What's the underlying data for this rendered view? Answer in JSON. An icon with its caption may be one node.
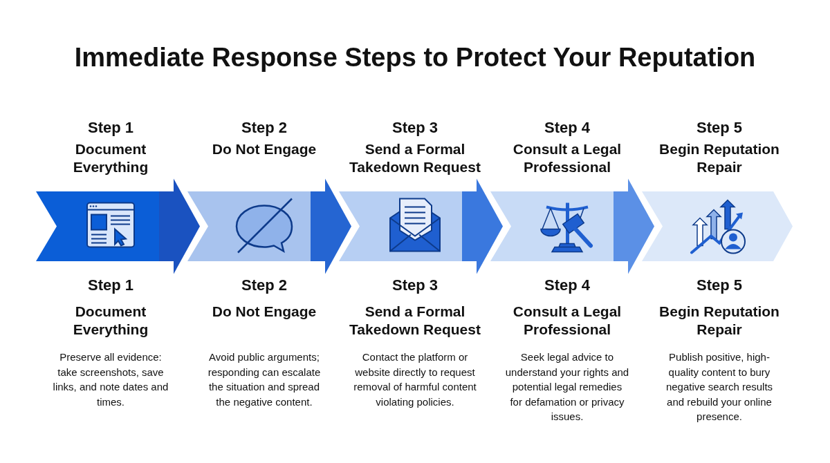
{
  "diagram": {
    "title": "Immediate Response Steps to Protect Your Reputation",
    "nodes": [
      {
        "text": [],
        "shape": "chevron",
        "beside": [
          "Step 1",
          "Document Everything",
          "Step 1",
          "Document Everything",
          "Preserve all evidence: take screenshots, save links, and note dates and times."
        ]
      },
      {
        "text": [],
        "shape": "chevron",
        "beside": [
          "Step 2",
          "Do Not Engage",
          "Step 2",
          "Do Not Engage",
          "Avoid public arguments; responding can escalate the situation and spread the negative content."
        ]
      },
      {
        "text": [],
        "shape": "chevron",
        "beside": [
          "Step 3",
          "Send a Formal Takedown Request",
          "Step 3",
          "Send a Formal Takedown Request",
          "Contact the platform or website directly to request removal of harmful content violating policies."
        ]
      },
      {
        "text": [],
        "shape": "chevron",
        "beside": [
          "Step 4",
          "Consult a Legal Professional",
          "Step 4",
          "Consult a Legal Professional",
          "Seek legal advice to understand your rights and potential legal remedies for defamation or privacy issues."
        ]
      },
      {
        "text": [],
        "shape": "chevron",
        "beside": [
          "Step 5",
          "Begin Reputation Repair",
          "Step 5",
          "Begin Reputation Repair",
          "Publish positive, high-quality content to bury negative search results and rebuild your online presence."
        ]
      }
    ],
    "edges": [
      {
        "from": 0,
        "to": 1,
        "arrow": "to",
        "color": "#1a52c0"
      },
      {
        "from": 1,
        "to": 2,
        "arrow": "to",
        "color": "#2565d2"
      },
      {
        "from": 2,
        "to": 3,
        "arrow": "to",
        "color": "#3a78de"
      },
      {
        "from": 3,
        "to": 4,
        "arrow": "to",
        "color": "#5b90e6"
      }
    ]
  }
}
